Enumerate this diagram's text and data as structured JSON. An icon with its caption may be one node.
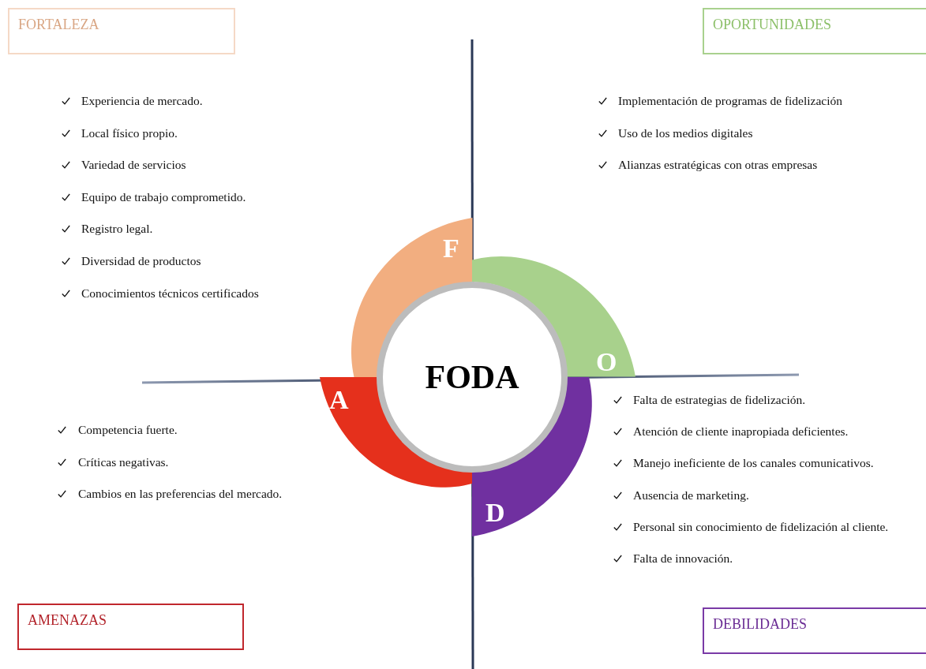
{
  "diagram": {
    "nodes": [
      {
        "text": [
          "FORTALEZA"
        ],
        "beside": [
          "Experiencia de mercado.",
          "Local físico propio.",
          "Variedad de servicios",
          "Equipo de trabajo comprometido.",
          "Registro legal.",
          "Diversidad de productos",
          "Conocimientos técnicos certificados"
        ]
      },
      {
        "text": [
          "OPORTUNIDADES"
        ],
        "beside": [
          "Implementación de programas de fidelización",
          "Uso de los medios digitales",
          "Alianzas estratégicas con otras empresas"
        ]
      },
      {
        "text": [
          "F"
        ]
      },
      {
        "text": [
          "O"
        ]
      },
      {
        "text": [
          "FODA"
        ]
      },
      {
        "text": [
          "A"
        ]
      },
      {
        "text": [
          "D"
        ]
      },
      {
        "text": [
          "AMENAZAS"
        ],
        "beside": [
          "Competencia fuerte.",
          "Críticas negativas.",
          "Cambios en las preferencias del mercado."
        ]
      },
      {
        "text": [
          "DEBILIDADES"
        ],
        "beside": [
          "Falta de estrategias de fidelización.",
          "Atención de cliente inapropiada deficientes.",
          "Manejo ineficiente de los canales comunicativos.",
          "Ausencia de marketing.",
          "Personal sin conocimiento de fidelización al cliente.",
          "Falta de innovación."
        ]
      }
    ]
  }
}
